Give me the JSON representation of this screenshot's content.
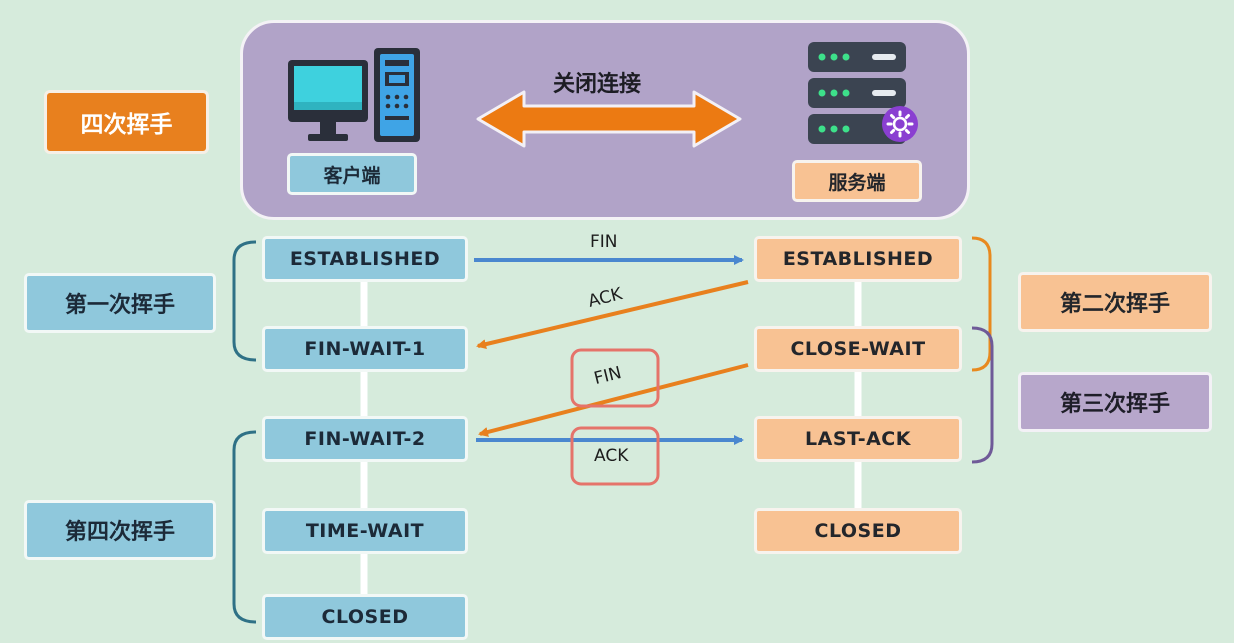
{
  "header": {
    "title": "四次挥手",
    "connection_label": "关闭连接",
    "client_label": "客户端",
    "server_label": "服务端"
  },
  "client_states": [
    "ESTABLISHED",
    "FIN-WAIT-1",
    "FIN-WAIT-2",
    "TIME-WAIT",
    "CLOSED"
  ],
  "server_states": [
    "ESTABLISHED",
    "CLOSE-WAIT",
    "LAST-ACK",
    "CLOSED"
  ],
  "phases": {
    "first": "第一次挥手",
    "second": "第二次挥手",
    "third": "第三次挥手",
    "fourth": "第四次挥手"
  },
  "messages": [
    "FIN",
    "ACK",
    "FIN",
    "ACK"
  ],
  "colors": {
    "background": "#d6ebdc",
    "client": "#8fc8dc",
    "server": "#f8c293",
    "panel": "#b1a3c8",
    "title": "#e8801e",
    "arrow_blue": "#4a87cf",
    "arrow_orange": "#e8801e",
    "highlight": "#e5736a"
  },
  "icons": [
    "desktop-computer-icon",
    "server-rack-icon",
    "gear-icon"
  ]
}
